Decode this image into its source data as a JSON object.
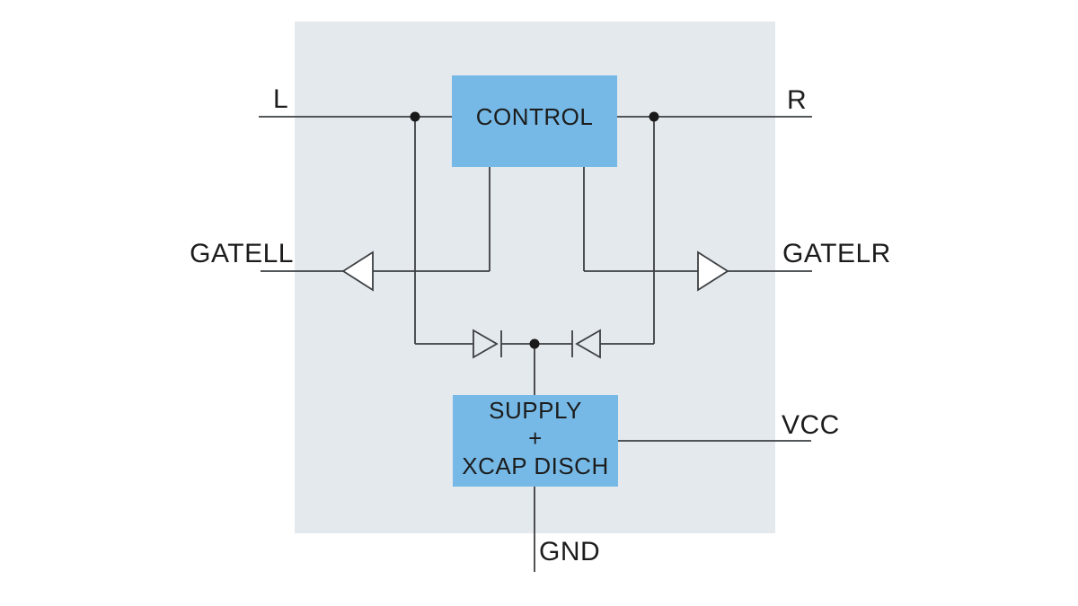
{
  "blocks": {
    "control": {
      "label": "CONTROL"
    },
    "supply": {
      "line1": "SUPPLY",
      "line2": "+",
      "line3": "XCAP DISCH"
    }
  },
  "pins": {
    "left_input": "L",
    "right_input": "R",
    "gate_left": "GATELL",
    "gate_right": "GATELR",
    "vcc": "VCC",
    "gnd": "GND"
  },
  "symbols": {
    "gate_left_driver": "buffer-amplifier-left-icon",
    "gate_right_driver": "buffer-amplifier-right-icon",
    "left_supply_diode": "diode-right-facing-icon",
    "right_supply_diode": "diode-left-facing-icon"
  },
  "colors": {
    "page_bg": "#ffffff",
    "chip_bg": "#e4e9ed",
    "block_fill": "#76b9e6",
    "wire": "#3c3f42",
    "dot": "#1a1a1a",
    "text": "#1c1c1c",
    "symbol_fill": "#ffffff"
  }
}
